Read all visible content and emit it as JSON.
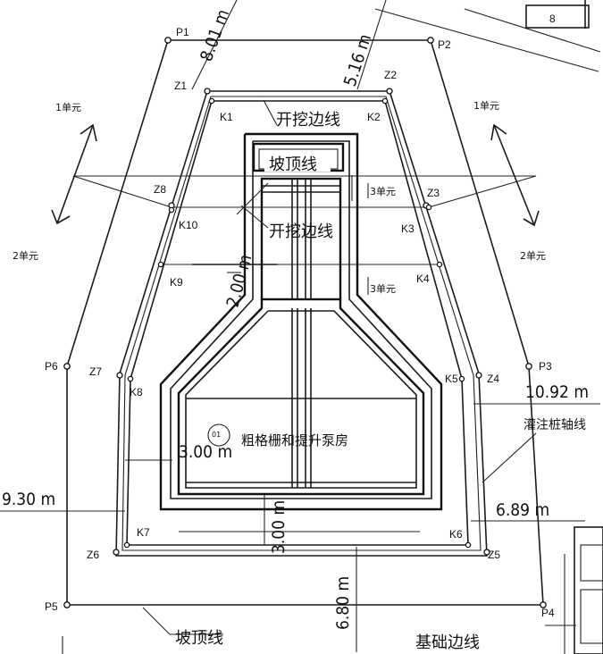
{
  "points": {
    "P1": "P1",
    "P2": "P2",
    "P3": "P3",
    "P4": "P4",
    "P5": "P5",
    "P6": "P6",
    "Z1": "Z1",
    "Z2": "Z2",
    "Z3": "Z3",
    "Z4": "Z4",
    "Z5": "Z5",
    "Z6": "Z6",
    "Z7": "Z7",
    "Z8": "Z8",
    "K1": "K1",
    "K2": "K2",
    "K3": "K3",
    "K4": "K4",
    "K5": "K5",
    "K6": "K6",
    "K7": "K7",
    "K8": "K8",
    "K9": "K9",
    "K10": "K10"
  },
  "labels": {
    "excavation_top": "开挖边线",
    "excavation_mid": "开挖边线",
    "slope_top_inner": "坡顶线",
    "slope_top_bottom": "坡顶线",
    "foundation_edge": "基础边线",
    "pile_axis": "灌注桩轴线",
    "pump_house": "粗格栅和提升泵房",
    "pump_house_code": "01",
    "building_no": "8"
  },
  "units": {
    "u1_left": "1单元",
    "u1_right": "1单元",
    "u2_left": "2单元",
    "u2_right": "2单元",
    "u3_top": "3单元",
    "u3_bottom": "3单元"
  },
  "dimensions": {
    "d_8_01": "8.01 m",
    "d_5_16": "5.16 m",
    "d_10_92": "10.92 m",
    "d_9_30": "9.30 m",
    "d_6_89": "6.89 m",
    "d_6_80": "6.80 m",
    "d_3_00_a": "3.00 m",
    "d_3_00_b": "3.00 m",
    "d_2_00": "2.00 m"
  }
}
